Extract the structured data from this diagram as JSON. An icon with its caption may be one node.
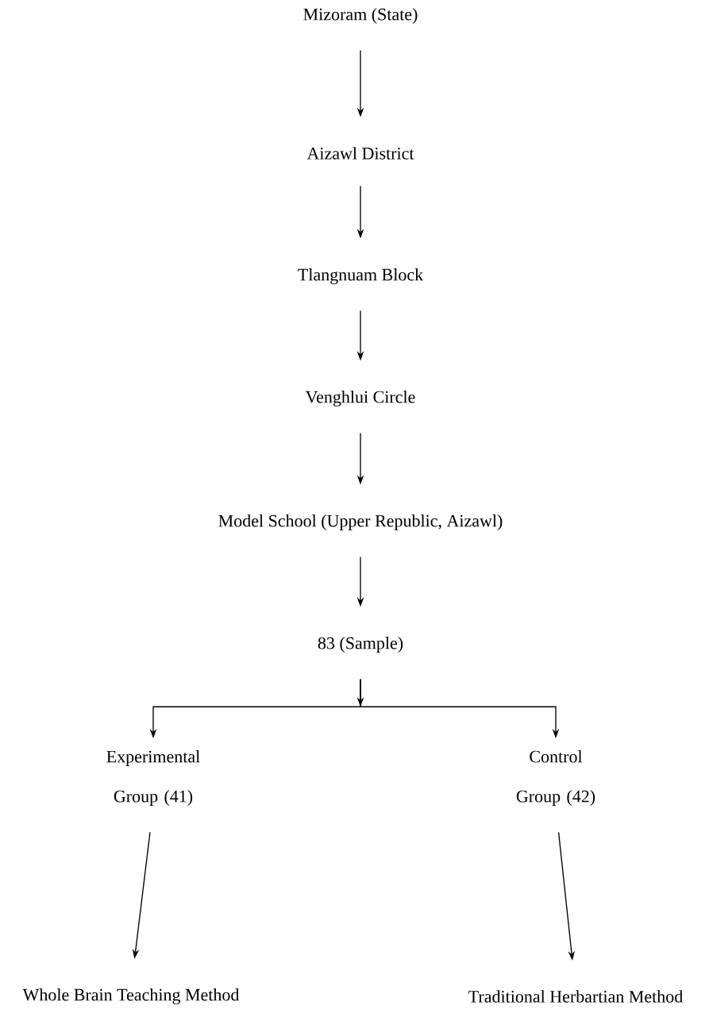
{
  "diagram": {
    "nodes": [
      {
        "text": [
          "Mizoram (State)"
        ]
      },
      {
        "text": [
          "Aizawl District"
        ]
      },
      {
        "text": [
          "Tlangnuam Block"
        ]
      },
      {
        "text": [
          "Venghlui Circle"
        ]
      },
      {
        "text": [
          "Model School (Upper Republic, Aizawl)"
        ]
      },
      {
        "text": [
          "83 (Sample)"
        ]
      },
      {
        "text": [
          "Experimental Group (41)"
        ]
      },
      {
        "text": [
          "Control Group (42)"
        ]
      },
      {
        "text": [
          "Whole Brain Teaching Method"
        ]
      },
      {
        "text": [
          "Traditional Herbartian Method"
        ]
      }
    ],
    "edges": [
      {
        "from": 0,
        "to": 1,
        "arrow": "to"
      },
      {
        "from": 1,
        "to": 2,
        "arrow": "to"
      },
      {
        "from": 2,
        "to": 3,
        "arrow": "to"
      },
      {
        "from": 3,
        "to": 4,
        "arrow": "to"
      },
      {
        "from": 4,
        "to": 5,
        "arrow": "to"
      },
      {
        "from": 5,
        "to": 6,
        "arrow": "to"
      },
      {
        "from": 5,
        "to": 7,
        "arrow": "to"
      },
      {
        "from": 6,
        "to": 8,
        "arrow": "to"
      },
      {
        "from": 7,
        "to": 9,
        "arrow": "to"
      }
    ]
  }
}
